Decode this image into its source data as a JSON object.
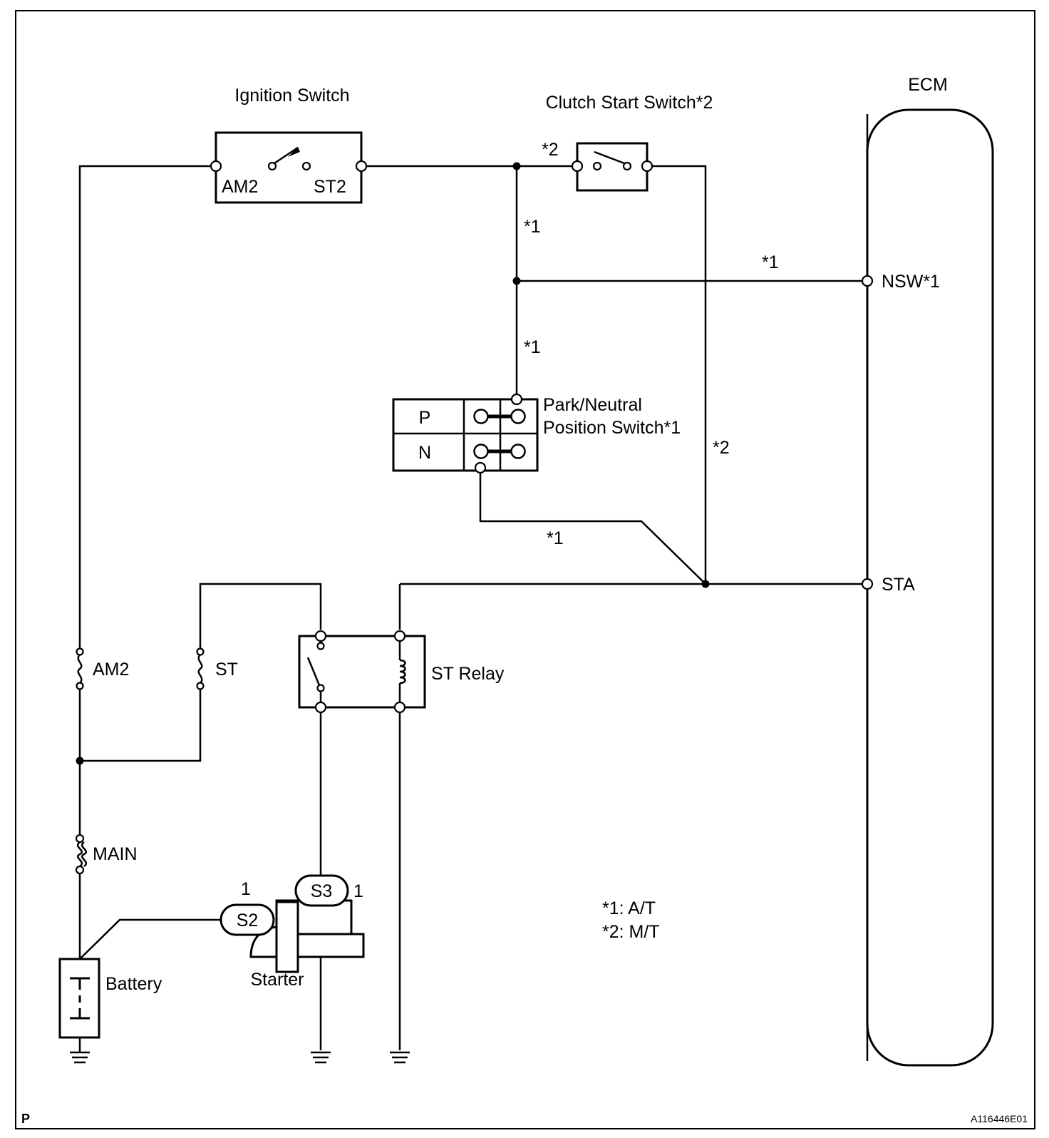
{
  "components": {
    "ignition_switch": {
      "label": "Ignition Switch",
      "term_am2": "AM2",
      "term_st2": "ST2"
    },
    "clutch_start_switch": {
      "label": "Clutch Start Switch*2",
      "tag": "*2"
    },
    "ecm": {
      "label": "ECM",
      "nsw": "NSW*1",
      "sta": "STA"
    },
    "park_neutral_switch": {
      "label_line1": "Park/Neutral",
      "label_line2": "Position Switch*1",
      "row_p": "P",
      "row_n": "N"
    },
    "st_relay": {
      "label": "ST Relay"
    },
    "fuses": {
      "am2": "AM2",
      "st": "ST",
      "main": "MAIN"
    },
    "battery": {
      "label": "Battery"
    },
    "starter": {
      "label": "Starter",
      "s2": "S2",
      "s2_pin": "1",
      "s3": "S3",
      "s3_pin": "1"
    }
  },
  "wire_notes": {
    "at_vertical_upper": "*1",
    "at_nsw_line": "*1",
    "at_vertical_lower": "*1",
    "at_diagonal": "*1",
    "mt_vertical": "*2"
  },
  "legend": {
    "line1": "*1: A/T",
    "line2": "*2: M/T"
  },
  "footer": {
    "corner_mark": "P",
    "diagram_code": "A116446E01"
  }
}
